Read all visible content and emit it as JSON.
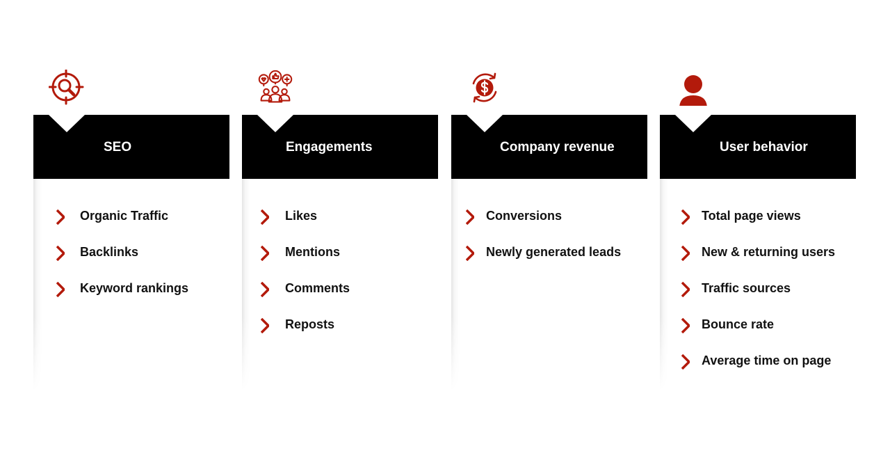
{
  "accent_color": "#b31a0b",
  "header_color": "#000000",
  "cards": [
    {
      "icon": "target-search-icon",
      "title": "SEO",
      "items": [
        "Organic Traffic",
        "Backlinks",
        "Keyword rankings"
      ]
    },
    {
      "icon": "community-engagement-icon",
      "title": "Engagements",
      "items": [
        "Likes",
        "Mentions",
        "Comments",
        "Reposts"
      ]
    },
    {
      "icon": "dollar-cycle-icon",
      "title": "Company revenue",
      "items": [
        "Conversions",
        "Newly generated leads"
      ]
    },
    {
      "icon": "user-icon",
      "title": "User behavior",
      "items": [
        "Total page views",
        "New & returning users",
        "Traffic sources",
        "Bounce rate",
        "Average time on page"
      ]
    }
  ]
}
